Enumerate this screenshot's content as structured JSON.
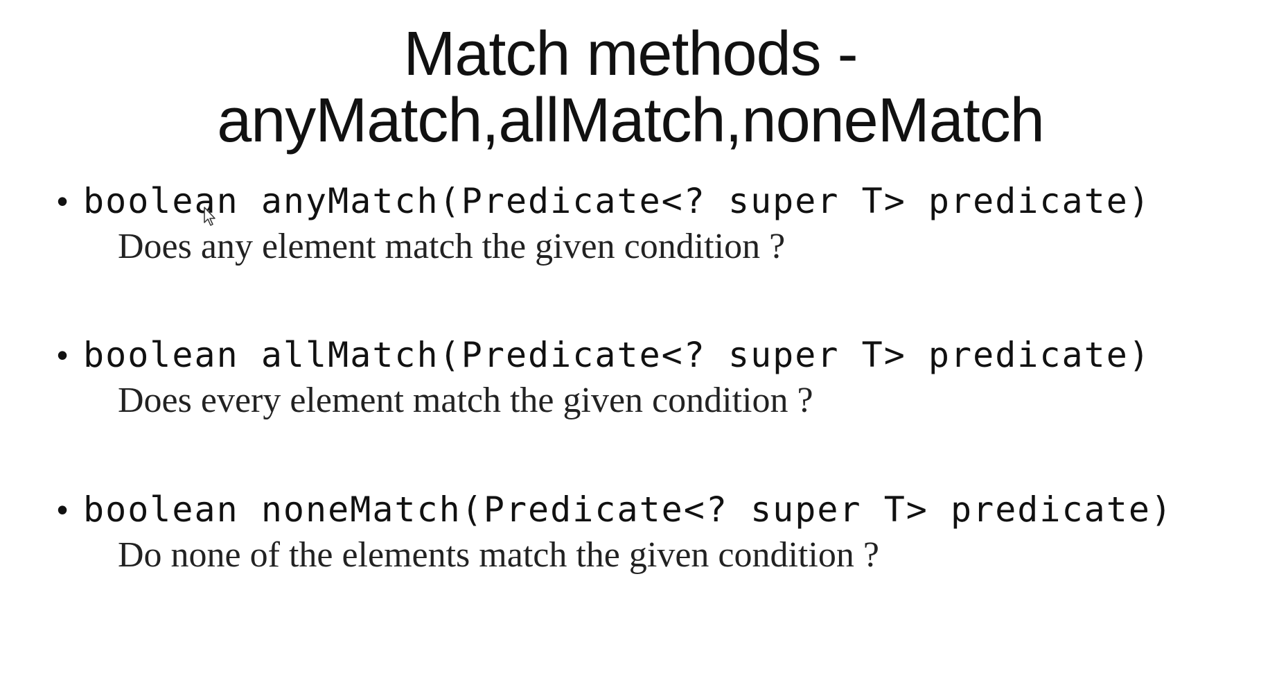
{
  "slide": {
    "title_line1": "Match methods -",
    "title_line2": "anyMatch,allMatch,noneMatch",
    "bullet_glyph": "•",
    "items": [
      {
        "signature": "boolean anyMatch(Predicate<? super T> predicate)",
        "description": "Does any element match the given condition ?"
      },
      {
        "signature": "boolean allMatch(Predicate<? super T> predicate)",
        "description": "Does every element match the given condition ?"
      },
      {
        "signature": "boolean noneMatch(Predicate<? super T> predicate)",
        "description": "Do none of the elements match the given condition ?"
      }
    ]
  },
  "cursor_icon": "mouse-pointer-icon"
}
